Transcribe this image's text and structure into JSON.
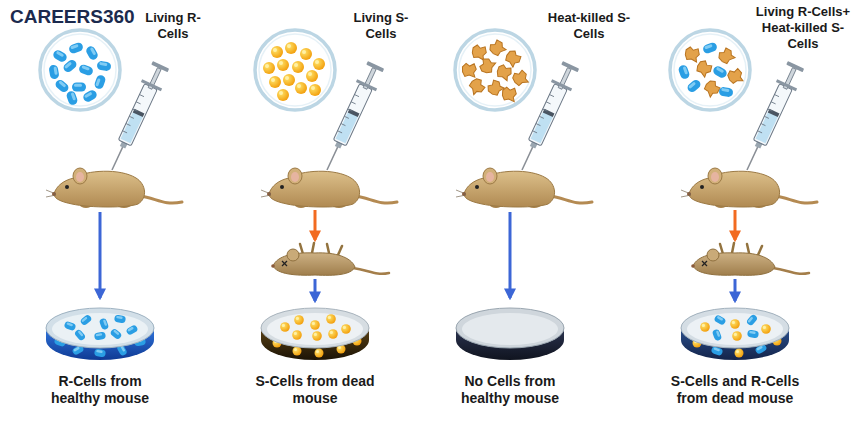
{
  "diagram": {
    "labels": [
      "CAREERS360",
      "Living R-Cells",
      "Living S-Cells",
      "Heat-killed S-Cells",
      "Living R-Cells+ Heat-killed S-Cells",
      "R-Cells from healthy mouse",
      "S-Cells from dead mouse",
      "No Cells from healthy mouse",
      "S-Cells and R-Cells from dead mouse"
    ]
  }
}
